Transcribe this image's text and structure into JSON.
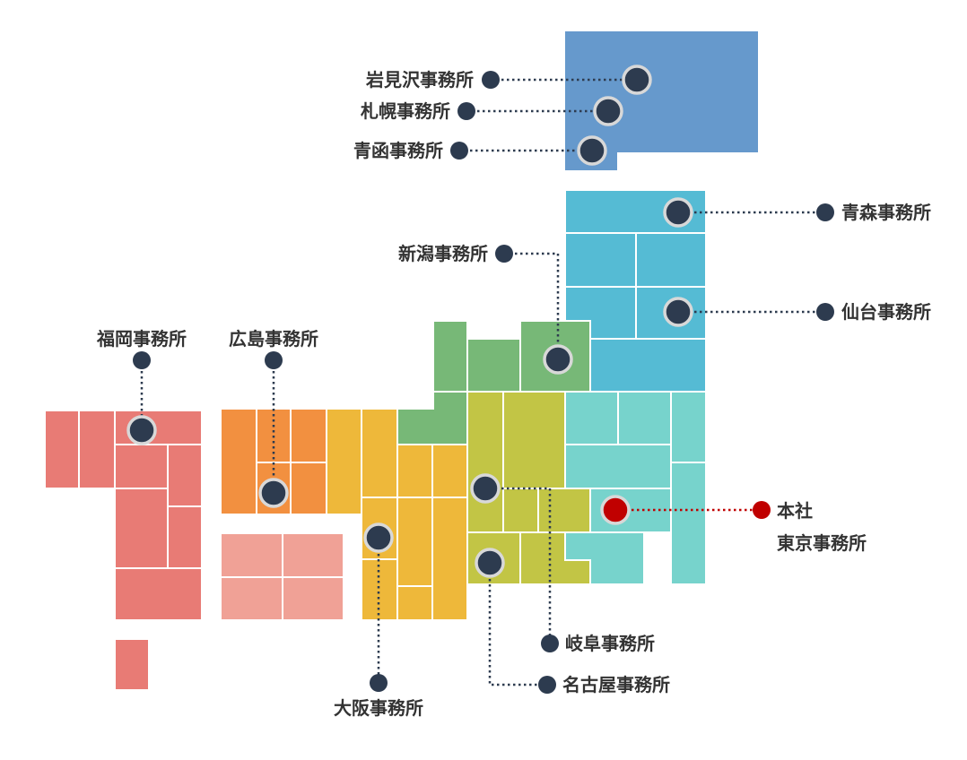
{
  "colors": {
    "hokkaido": "#6699cc",
    "tohoku": "#55bbd4",
    "kanto": "#77d3cc",
    "chubu_green": "#77b877",
    "chubu_yellow": "#c2c545",
    "kinki": "#eeb83a",
    "chugoku": "#f29040",
    "shikoku": "#f0a196",
    "kyushu": "#e87b75",
    "office_dot": "#2d3b4f",
    "hq_dot": "#c00000",
    "label_text": "#333333"
  },
  "offices": [
    {
      "id": "iwamizawa",
      "label": "岩見沢事務所"
    },
    {
      "id": "sapporo",
      "label": "札幌事務所"
    },
    {
      "id": "hakodate",
      "label": "青函事務所"
    },
    {
      "id": "aomori",
      "label": "青森事務所"
    },
    {
      "id": "niigata",
      "label": "新潟事務所"
    },
    {
      "id": "sendai",
      "label": "仙台事務所"
    },
    {
      "id": "fukuoka",
      "label": "福岡事務所"
    },
    {
      "id": "hiroshima",
      "label": "広島事務所"
    },
    {
      "id": "osaka",
      "label": "大阪事務所"
    },
    {
      "id": "gifu",
      "label": "岐阜事務所"
    },
    {
      "id": "nagoya",
      "label": "名古屋事務所"
    }
  ],
  "headquarters": {
    "label_line1": "本社",
    "label_line2": "東京事務所"
  }
}
